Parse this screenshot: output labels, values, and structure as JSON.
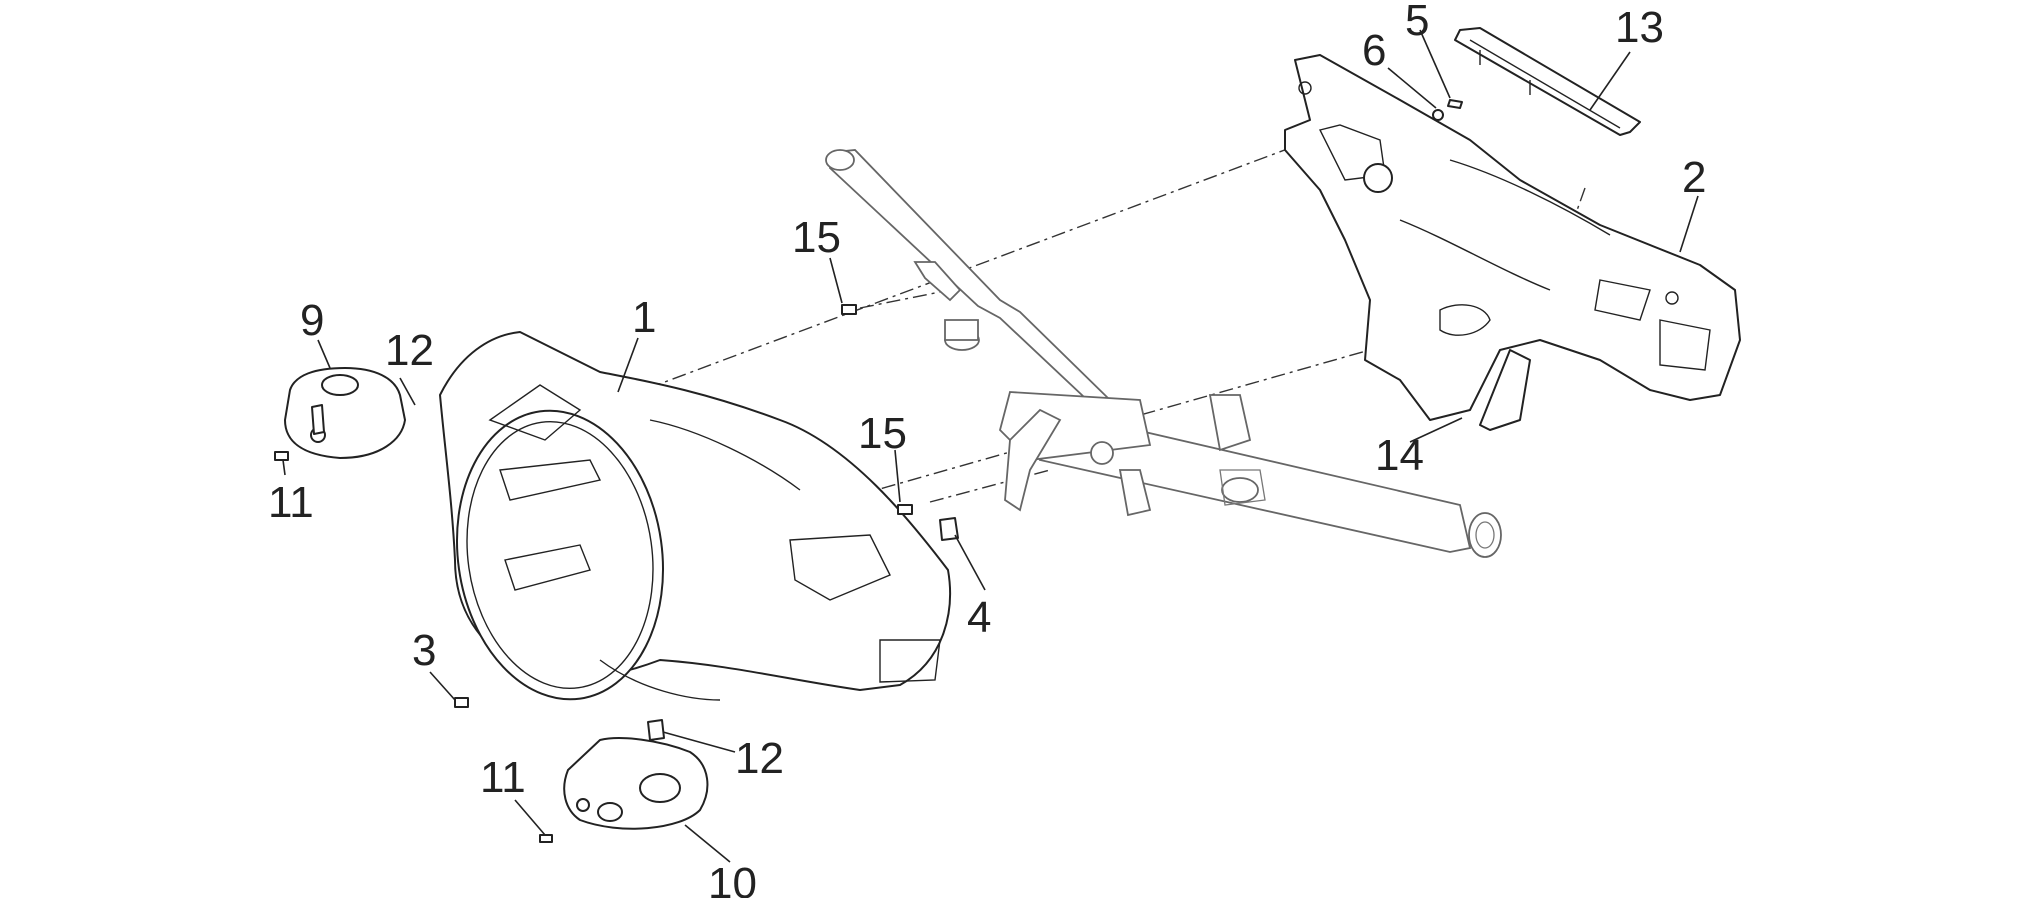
{
  "callouts": {
    "c1": "1",
    "c2": "2",
    "c3": "3",
    "c4": "4",
    "c5": "5",
    "c6": "6",
    "c9": "9",
    "c10": "10",
    "c11a": "11",
    "c11b": "11",
    "c12a": "12",
    "c12b": "12",
    "c13": "13",
    "c14": "14",
    "c15a": "15",
    "c15b": "15"
  }
}
